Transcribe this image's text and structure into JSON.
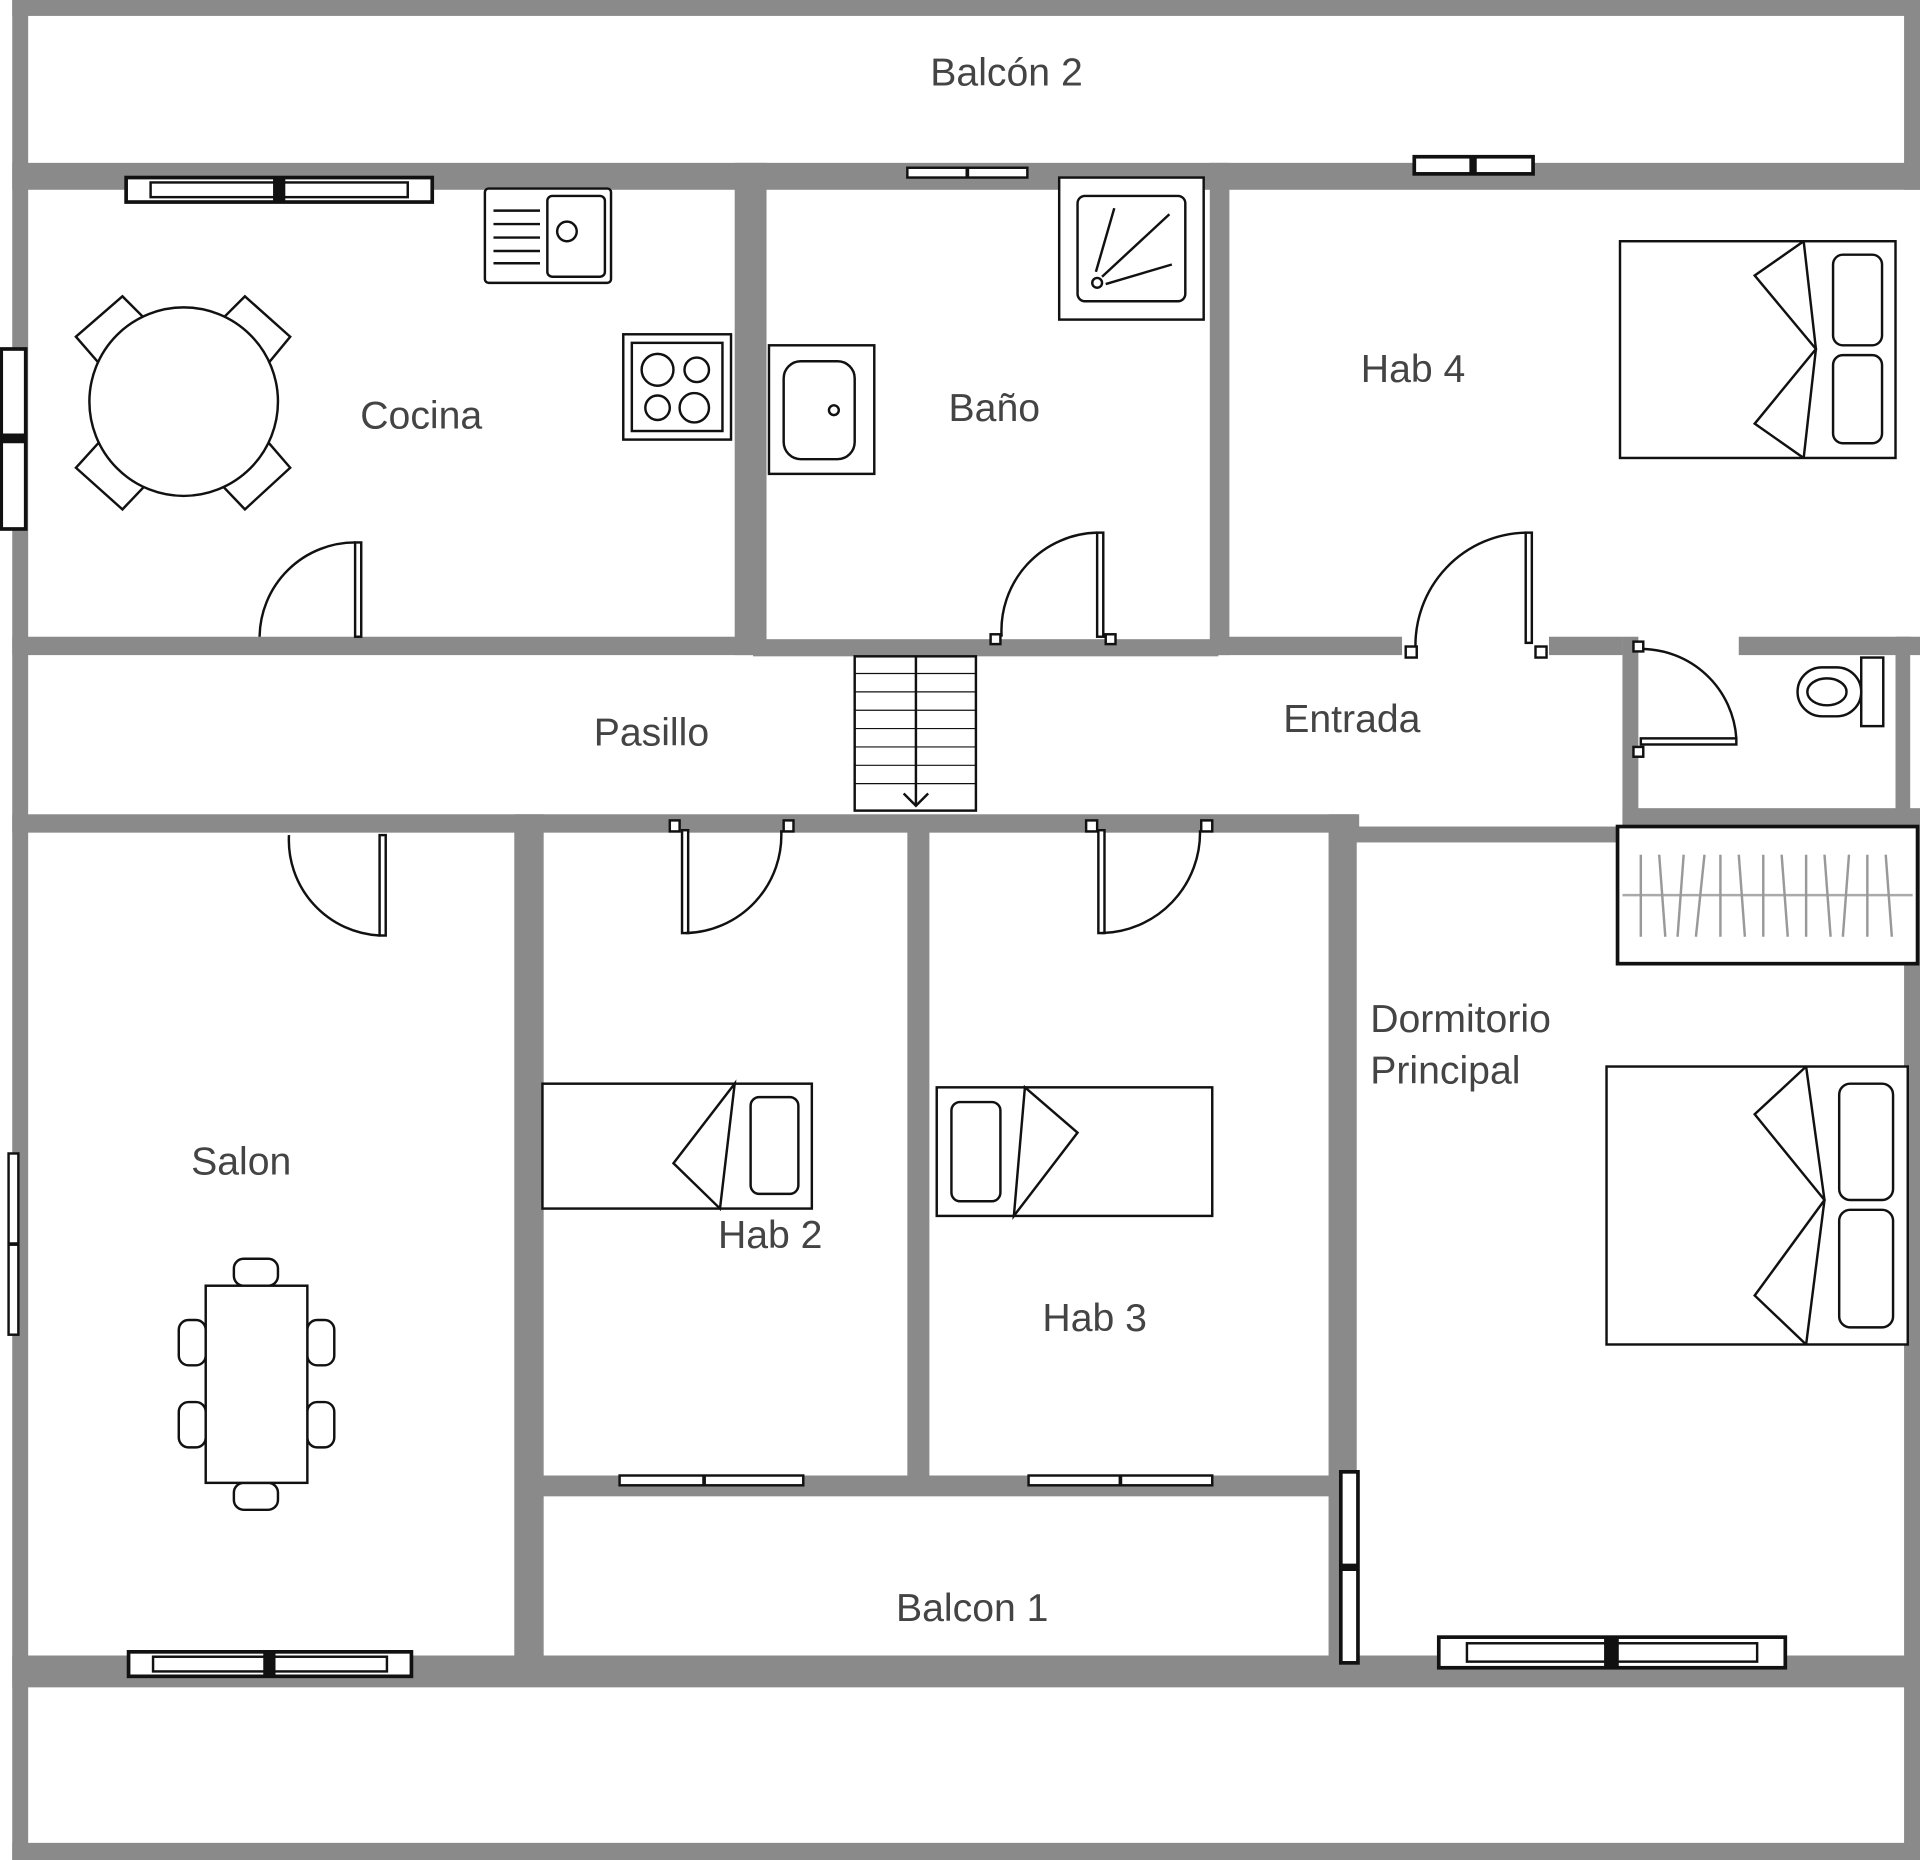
{
  "title": "Floor plan",
  "rooms": {
    "balcon2": "Balcón 2",
    "cocina": "Cocina",
    "bano": "Baño",
    "hab4": "Hab 4",
    "pasillo": "Pasillo",
    "entrada": "Entrada",
    "salon": "Salon",
    "hab2": "Hab 2",
    "hab3": "Hab 3",
    "dormitorio_line1": "Dormitorio",
    "dormitorio_line2": "Principal",
    "balcon1": "Balcon 1"
  },
  "colors": {
    "wall": "#8a8a8a",
    "label": "#444444",
    "line": "#111111"
  }
}
